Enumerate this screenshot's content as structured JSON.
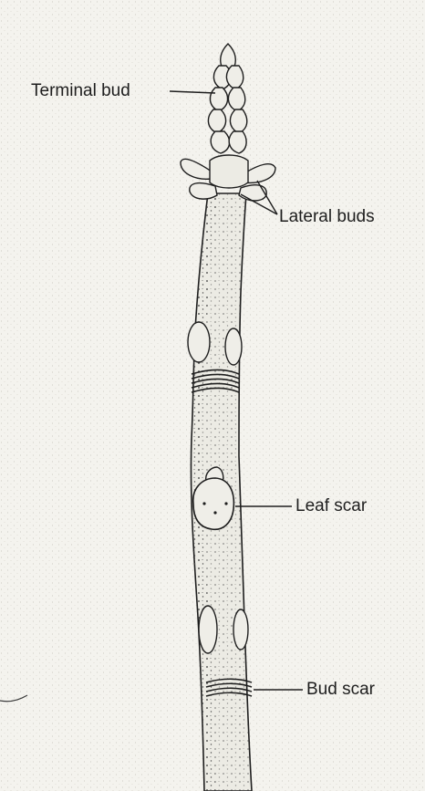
{
  "labels": {
    "terminal_bud": "Terminal bud",
    "lateral_buds": "Lateral buds",
    "leaf_scar": "Leaf scar",
    "bud_scar": "Bud scar"
  },
  "colors": {
    "background": "#f4f3ee",
    "ink": "#1e1e1e",
    "stem_fill": "#ecebe4"
  }
}
